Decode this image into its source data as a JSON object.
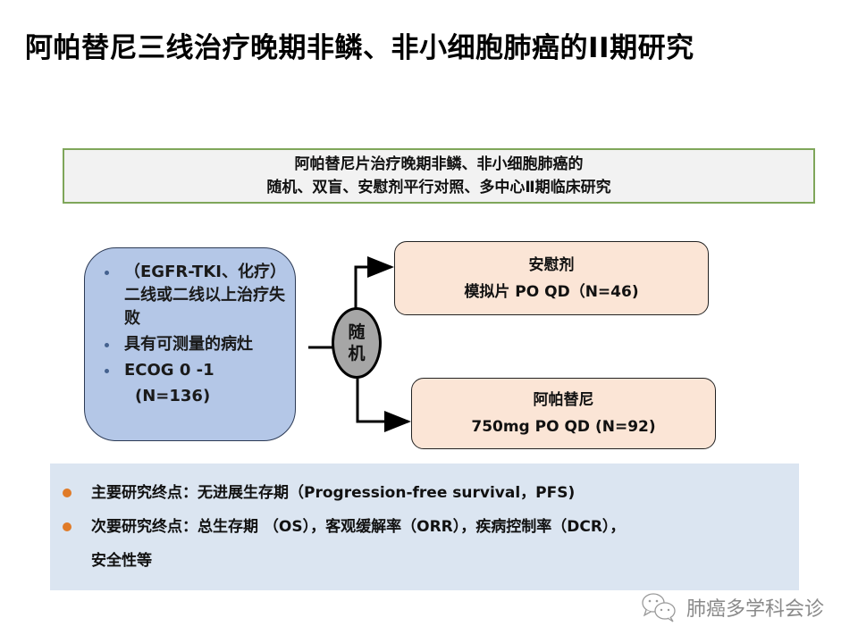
{
  "slide": {
    "title": "阿帕替尼三线治疗晚期非鳞、非小细胞肺癌的II期研究"
  },
  "header_box": {
    "line1": "阿帕替尼片治疗晚期非鳞、非小细胞肺癌的",
    "line2": "随机、双盲、安慰剂平行对照、多中心Ⅱ期临床研究"
  },
  "inclusion": {
    "items": [
      "（EGFR-TKI、化疗）二线或二线以上治疗失败",
      "具有可测量的病灶",
      "ECOG 0 -1"
    ],
    "total": "(N=136)"
  },
  "randomization": {
    "line1": "随",
    "line2": "机"
  },
  "arms": [
    {
      "name": "安慰剂",
      "detail": "模拟片 PO QD（N=46)"
    },
    {
      "name": "阿帕替尼",
      "detail": "750mg PO QD (N=92)"
    }
  ],
  "endpoints": [
    {
      "label": "主要研究终点：无进展生存期（Progression-free  survival，PFS)"
    },
    {
      "label": "次要研究终点：总生存期  （OS），客观缓解率（ORR），疾病控制率（DCR），",
      "continuation": "安全性等"
    }
  ],
  "watermark": {
    "text": "肺癌多学科会诊",
    "icon": "wechat-icon"
  },
  "colors": {
    "header_border": "#7fa65a",
    "criteria_fill": "#b4c7e7",
    "arm_fill": "#fbe5d6",
    "endpoint_fill": "#dbe5f1",
    "bullet_orange": "#e07b28",
    "oval_fill": "#a6a6a6"
  }
}
